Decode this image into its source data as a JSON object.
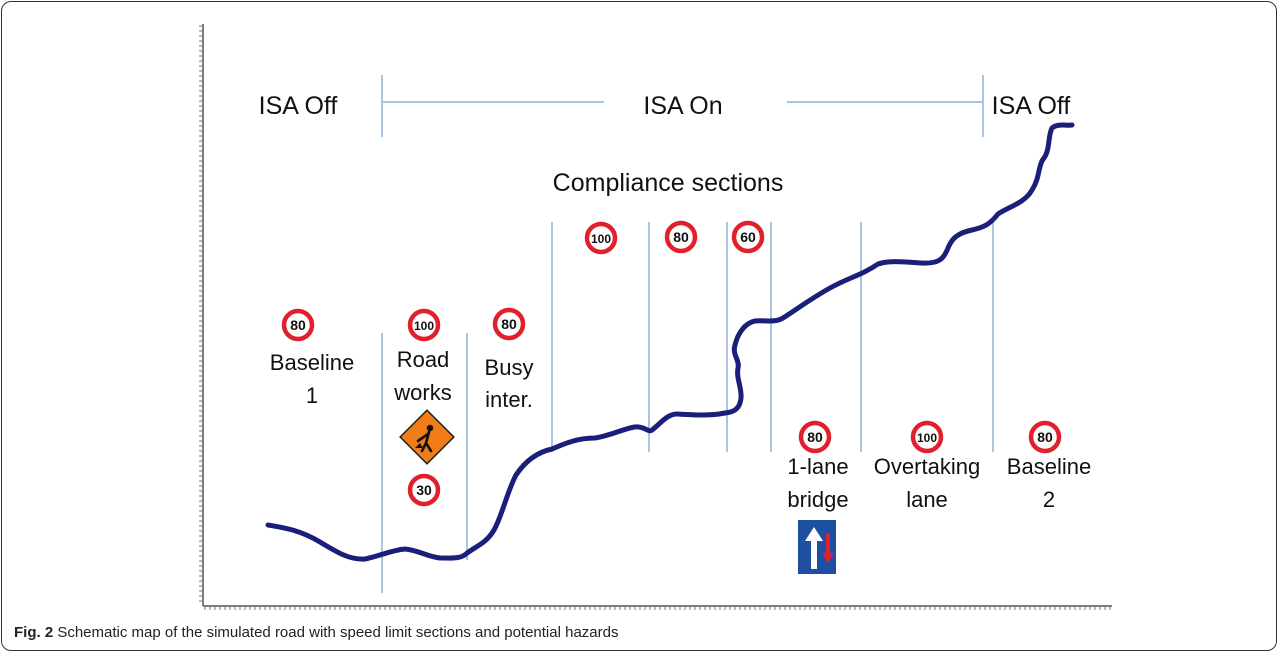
{
  "top_labels": {
    "isa_off_start": "ISA Off",
    "isa_on": "ISA On",
    "isa_off_end": "ISA Off"
  },
  "compliance_title": "Compliance sections",
  "sections": [
    {
      "key": "baseline1",
      "label_lines": [
        "Baseline",
        "1"
      ],
      "sign": "80"
    },
    {
      "key": "roadworks",
      "label_lines": [
        "Road",
        "works"
      ],
      "sign": "100",
      "sign2": "30"
    },
    {
      "key": "busy",
      "label_lines": [
        "Busy",
        "inter."
      ],
      "sign": "80"
    },
    {
      "key": "c100",
      "label_lines": [],
      "sign": "100"
    },
    {
      "key": "c80",
      "label_lines": [],
      "sign": "80"
    },
    {
      "key": "c60",
      "label_lines": [],
      "sign": "60"
    },
    {
      "key": "bridge",
      "label_lines": [
        "1-lane",
        "bridge"
      ],
      "sign": "80"
    },
    {
      "key": "overtaking",
      "label_lines": [
        "Overtaking",
        "lane"
      ],
      "sign": "100"
    },
    {
      "key": "baseline2",
      "label_lines": [
        "Baseline",
        "2"
      ],
      "sign": "80"
    }
  ],
  "colors": {
    "road": "#1a1f7a",
    "divider": "#a9c4e4",
    "sign_ring": "#e0202a",
    "roadwork_sign": "#f07d18",
    "bridge_sign": "#1f4fa0"
  },
  "icons": {
    "roadworks": "roadworks-sign-icon",
    "bridge": "one-lane-bridge-sign-icon"
  },
  "caption": {
    "label": "Fig. 2",
    "text": " Schematic map of the simulated road with speed limit sections and potential hazards"
  }
}
